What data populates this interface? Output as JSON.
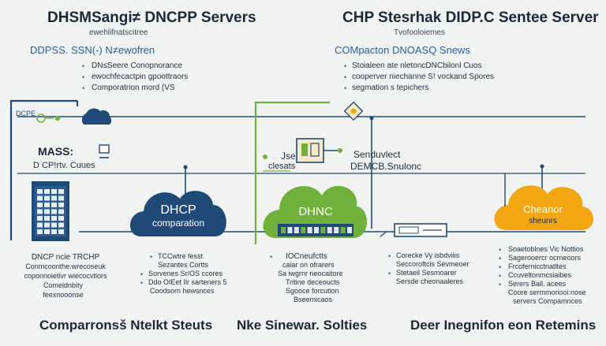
{
  "header": {
    "left_title": "DHSMSangi≠ DNCPP Servers",
    "left_subtitle": "ewehlifnatscitree",
    "right_title": "CHP Stesrhak DIDP.C Sentee Server",
    "right_subtitle": "Tvofooloiemes"
  },
  "left_panel": {
    "heading": "DDPSS. SSN(-) N≠ewofren",
    "bullets": [
      "DN≤Seere Conopnorance",
      "ewochfecactpin gpoottraors",
      "Comporatrion mord (VS"
    ],
    "tag": "DCPE",
    "box_title": "MASS:",
    "box_caption": "D CP!rtv. Cuues",
    "notes": [
      "DNCP ncie TRCHP",
      "Conmcoonthe.wrecoseuk",
      "coponnoietivr wiecocvtlors",
      "Comeldnbity",
      "feexnooonse"
    ]
  },
  "center_panel": {
    "heading": "COMpacton DNOASQ Snews",
    "bullets": [
      "Stoialeen ate nletoncDNCbilonl Cuos",
      "cooperver niechanne S! vockand Spores",
      "segmation s tepichers"
    ],
    "app_label_1": "Jse",
    "app_label_2": "clesats",
    "cloud_left": [
      "DHCP",
      "comparation"
    ],
    "cloud_center": "DHNC",
    "server_label_1": "Senduvlect",
    "server_label_2": "DEMCB.Snulonc",
    "notes_left": [
      "TCCwtre fesst",
      "Sezantes Cortts",
      "Sorvenes Sr/OS ccores",
      "Ddo OIEet Ilr sarteners 5",
      "Coodsorn hewsnces"
    ],
    "notes_mid": [
      "IOCneufctts",
      "caiar on ofrarers",
      "Sa iwgrnr neocaitore",
      "Tritine deceoucts",
      "Sgooce forcution",
      "Bseemicaos"
    ],
    "notes_right": [
      "Corecke Vy isbdviiis",
      "Seccoroftcis Sevmeoer",
      "Stetaeil Sesmoarer",
      "Sersde cheonaaleres"
    ]
  },
  "right_panel": {
    "cloud_line_1": "Cheanor",
    "cloud_line_2": "sheunrs",
    "notes": [
      "Soaetoblnes Vic Nottios",
      "Sagerooercr ocrneoors",
      "Frcofernicctnatltes",
      "Ccuveltonmcsiaibes",
      "Serers Ball. acees",
      "Coore sermmoriooi:nose",
      "servers Compamnces"
    ]
  },
  "footer": {
    "left": "Comparronsš Ntelkt Steuts",
    "center": "Nke Sinewar. Solties",
    "right": "Deer Inegnifon eon Retemins"
  },
  "colors": {
    "navy": "#1f4a78",
    "green": "#6fb13a",
    "orange": "#f2a712",
    "blue_text": "#1f5fa8"
  }
}
